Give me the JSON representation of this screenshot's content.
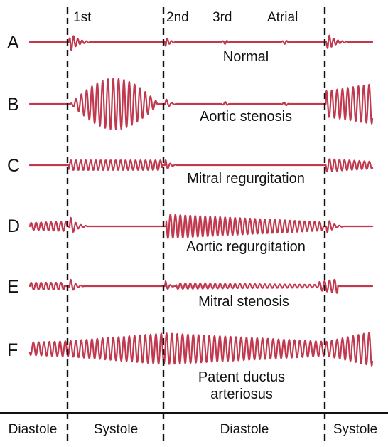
{
  "colors": {
    "wave": "#c0394f",
    "text": "#111111",
    "divider": "#111111",
    "background": "#ffffff"
  },
  "sound_labels": {
    "first": "1st",
    "second": "2nd",
    "third": "3rd",
    "atrial": "Atrial"
  },
  "rows": [
    {
      "letter": "A",
      "caption": "Normal"
    },
    {
      "letter": "B",
      "caption": "Aortic stenosis"
    },
    {
      "letter": "C",
      "caption": "Mitral regurgitation"
    },
    {
      "letter": "D",
      "caption": "Aortic regurgitation"
    },
    {
      "letter": "E",
      "caption": "Mitral stenosis"
    },
    {
      "letter": "F",
      "caption_line1": "Patent ductus",
      "caption_line2": "arteriosus"
    }
  ],
  "phases": [
    "Diastole",
    "Systole",
    "Diastole",
    "Systole"
  ]
}
